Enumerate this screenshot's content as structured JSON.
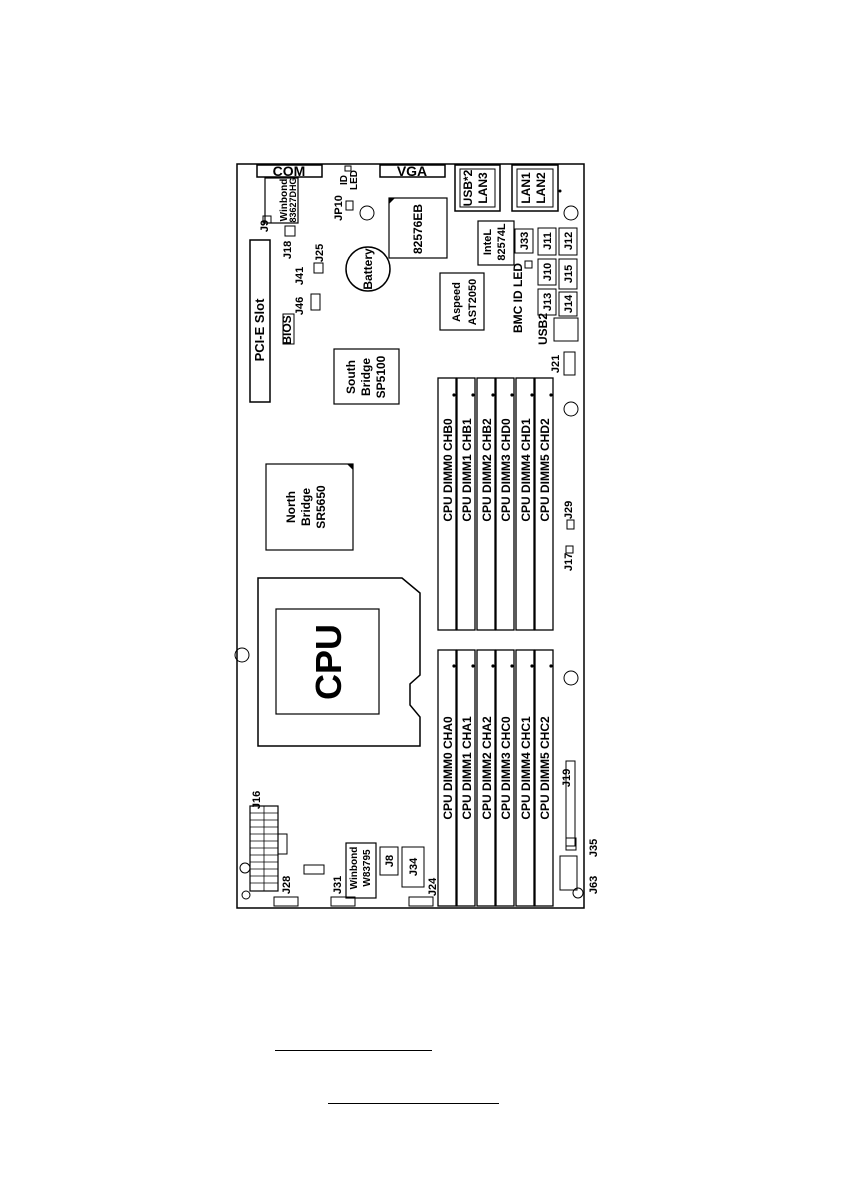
{
  "diagram": {
    "connectors_top": {
      "com": "COM",
      "vga": "VGA"
    },
    "io": {
      "usb_lan3": [
        "USB*2",
        "LAN3"
      ],
      "lan12": [
        "LAN1",
        "LAN2"
      ]
    },
    "chips": {
      "superio": [
        "Winbond",
        "83627DHG"
      ],
      "nic": "82576EB",
      "intel": [
        "InteL",
        "82574L"
      ],
      "battery": "Battery",
      "bmc": [
        "Aspeed",
        "AST2050"
      ],
      "south_bridge": [
        "South",
        "Bridge",
        "SP5100"
      ],
      "north_bridge": [
        "North",
        "Bridge",
        "SR5650"
      ],
      "cpu": "CPU",
      "hwmon": [
        "Winbond",
        "W83795"
      ],
      "bios": "BIOS"
    },
    "labels": {
      "pcie": "PCI-E Slot",
      "id_led": [
        "ID",
        "LED"
      ],
      "bmc_led": "BMC ID LED",
      "usb2": "USB2",
      "jp10": "JP10",
      "j9": "J9",
      "j18": "J18",
      "j41": "J41",
      "j25": "J25",
      "j46": "J46",
      "j33": "J33",
      "j11": "J11",
      "j10": "J10",
      "j12": "J12",
      "j13": "J13",
      "j15": "J15",
      "j14": "J14",
      "j21": "J21",
      "j29": "J29",
      "j17": "J17",
      "j19": "J19",
      "j16": "J16",
      "j28": "J28",
      "j31": "J31",
      "j8": "J8",
      "j34": "J34",
      "j24": "J24",
      "j35": "J35",
      "j63": "J63"
    },
    "dimm_top": [
      "CPU DIMM0 CHB0",
      "CPU DIMM1 CHB1",
      "CPU DIMM2 CHB2",
      "CPU DIMM3 CHD0",
      "CPU DIMM4 CHD1",
      "CPU DIMM5 CHD2"
    ],
    "dimm_bottom": [
      "CPU DIMM0 CHA0",
      "CPU DIMM1 CHA1",
      "CPU DIMM2 CHA2",
      "CPU DIMM3 CHC0",
      "CPU DIMM4 CHC1",
      "CPU DIMM5 CHC2"
    ]
  }
}
